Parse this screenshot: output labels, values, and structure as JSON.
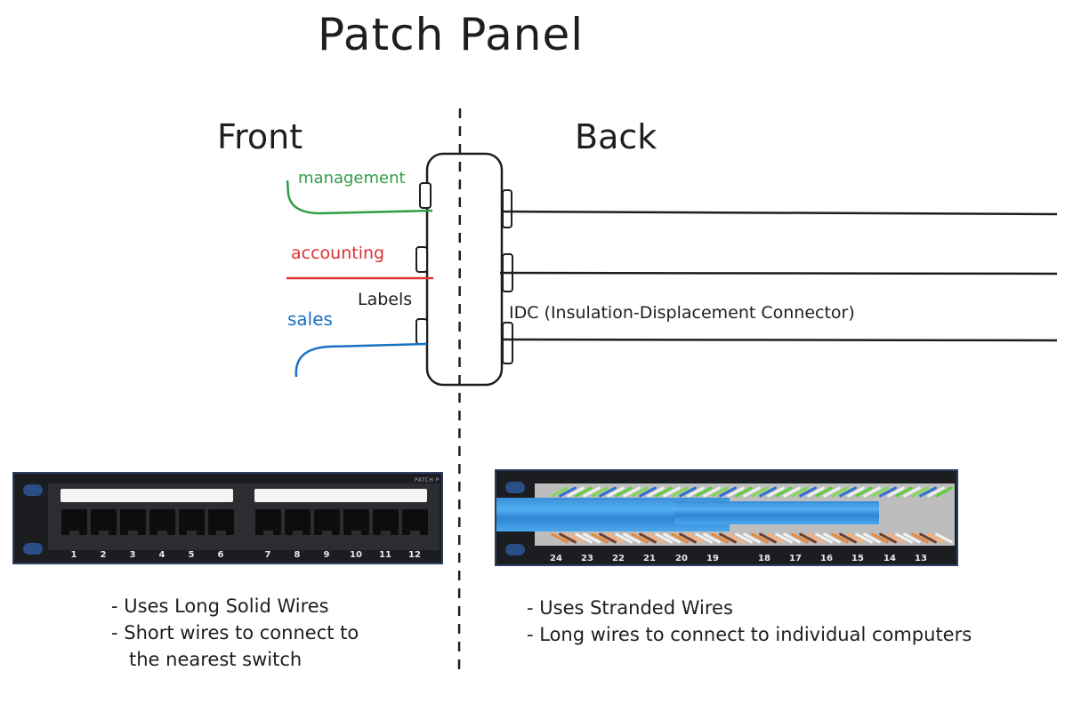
{
  "title": "Patch Panel",
  "sections": {
    "front": "Front",
    "back": "Back"
  },
  "diagram": {
    "labels": [
      {
        "text": "management",
        "color": "#2f9e44"
      },
      {
        "text": "accounting",
        "color": "#e03131"
      },
      {
        "text": "sales",
        "color": "#1971c2"
      }
    ],
    "labels_caption": "Labels",
    "idc_caption": "IDC (Insulation-Displacement Connector)"
  },
  "front_panel": {
    "brand": "PATCH P",
    "ports": [
      "1",
      "2",
      "3",
      "4",
      "5",
      "6",
      "7",
      "8",
      "9",
      "10",
      "11",
      "12"
    ]
  },
  "back_panel": {
    "ports": [
      "24",
      "23",
      "22",
      "21",
      "20",
      "19",
      "18",
      "17",
      "16",
      "15",
      "14",
      "13"
    ]
  },
  "notes": {
    "front": [
      "- Uses Long Solid Wires",
      "- Short wires to connect to",
      "  the nearest switch"
    ],
    "back": [
      "- Uses Stranded Wires",
      "- Long wires to connect to individual computers"
    ]
  }
}
